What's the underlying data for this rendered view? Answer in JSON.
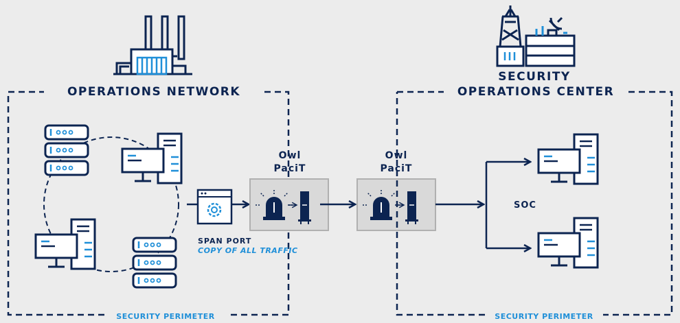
{
  "left_zone": {
    "title": "OPERATIONS NETWORK",
    "perimeter_label": "SECURITY PERIMETER",
    "icon": "factory-icon"
  },
  "right_zone": {
    "title_line1": "SECURITY",
    "title_line2": "OPERATIONS CENTER",
    "perimeter_label": "SECURITY PERIMETER",
    "icon": "tower-building-icon"
  },
  "span_port": {
    "label": "SPAN PORT",
    "sublabel": "COPY OF ALL TRAFFIC",
    "icon": "gear-window-icon"
  },
  "devices": [
    {
      "line1": "Owl",
      "line2": "PaciT",
      "icon": "diode-icon"
    },
    {
      "line1": "Owl",
      "line2": "PaciT",
      "icon": "diode-icon"
    }
  ],
  "soc_label": "SOC",
  "colors": {
    "navy": "#0c2451",
    "accent_blue": "#1f8fd8",
    "background": "#ececec",
    "device_fill": "#d9d9d9"
  }
}
